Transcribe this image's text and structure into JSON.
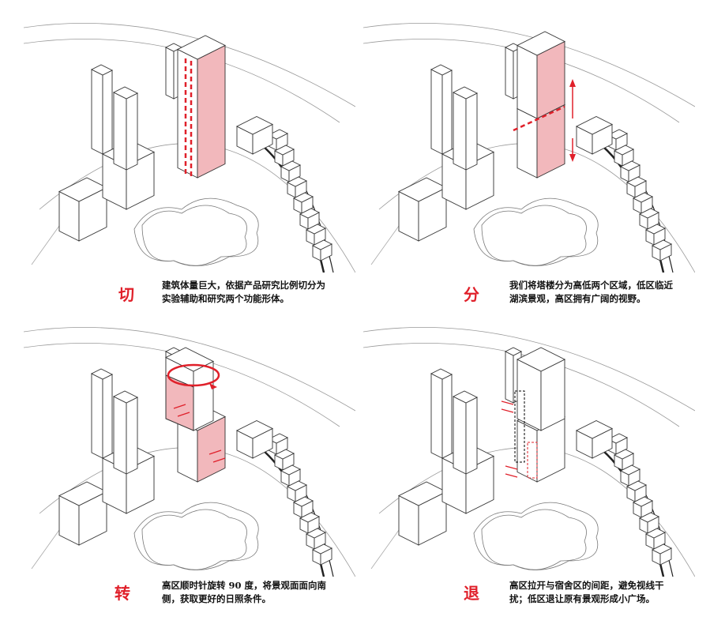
{
  "colors": {
    "accent": "#e0202a",
    "fill": "#f2b8bc",
    "line": "#333333"
  },
  "panels": [
    {
      "keyword": "切",
      "caption": "建筑体量巨大，依据产品研究比例切分为实验辅助和研究两个功能形体。",
      "variant": "cut"
    },
    {
      "keyword": "分",
      "caption": "我们将塔楼分为高低两个区域，低区临近湖滨景观，高区拥有广阔的视野。",
      "variant": "split"
    },
    {
      "keyword": "转",
      "caption": "高区顺时针旋转 90 度，将景观面面向南侧，获取更好的日照条件。",
      "variant": "rotate"
    },
    {
      "keyword": "退",
      "caption": "高区拉开与宿舍区的间距，避免视线干扰；低区退让原有景观形成小广场。",
      "variant": "retreat"
    }
  ]
}
